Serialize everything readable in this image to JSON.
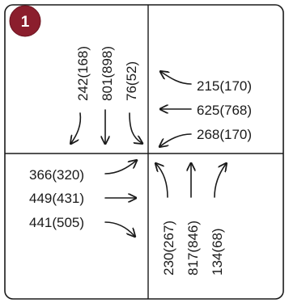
{
  "badge": {
    "number": "1",
    "color": "#8b1e2d"
  },
  "colors": {
    "frame": "#1a1a1a",
    "text": "#1a1a1a"
  },
  "approaches": {
    "north": {
      "left": "242(168)",
      "through": "801(898)",
      "right": "76(52)"
    },
    "east": {
      "left": "215(170)",
      "through": "625(768)",
      "right": "268(170)"
    },
    "west": {
      "right": "366(320)",
      "through": "449(431)",
      "left": "441(505)"
    },
    "south": {
      "left": "230(267)",
      "through": "817(846)",
      "right": "134(68)"
    }
  }
}
